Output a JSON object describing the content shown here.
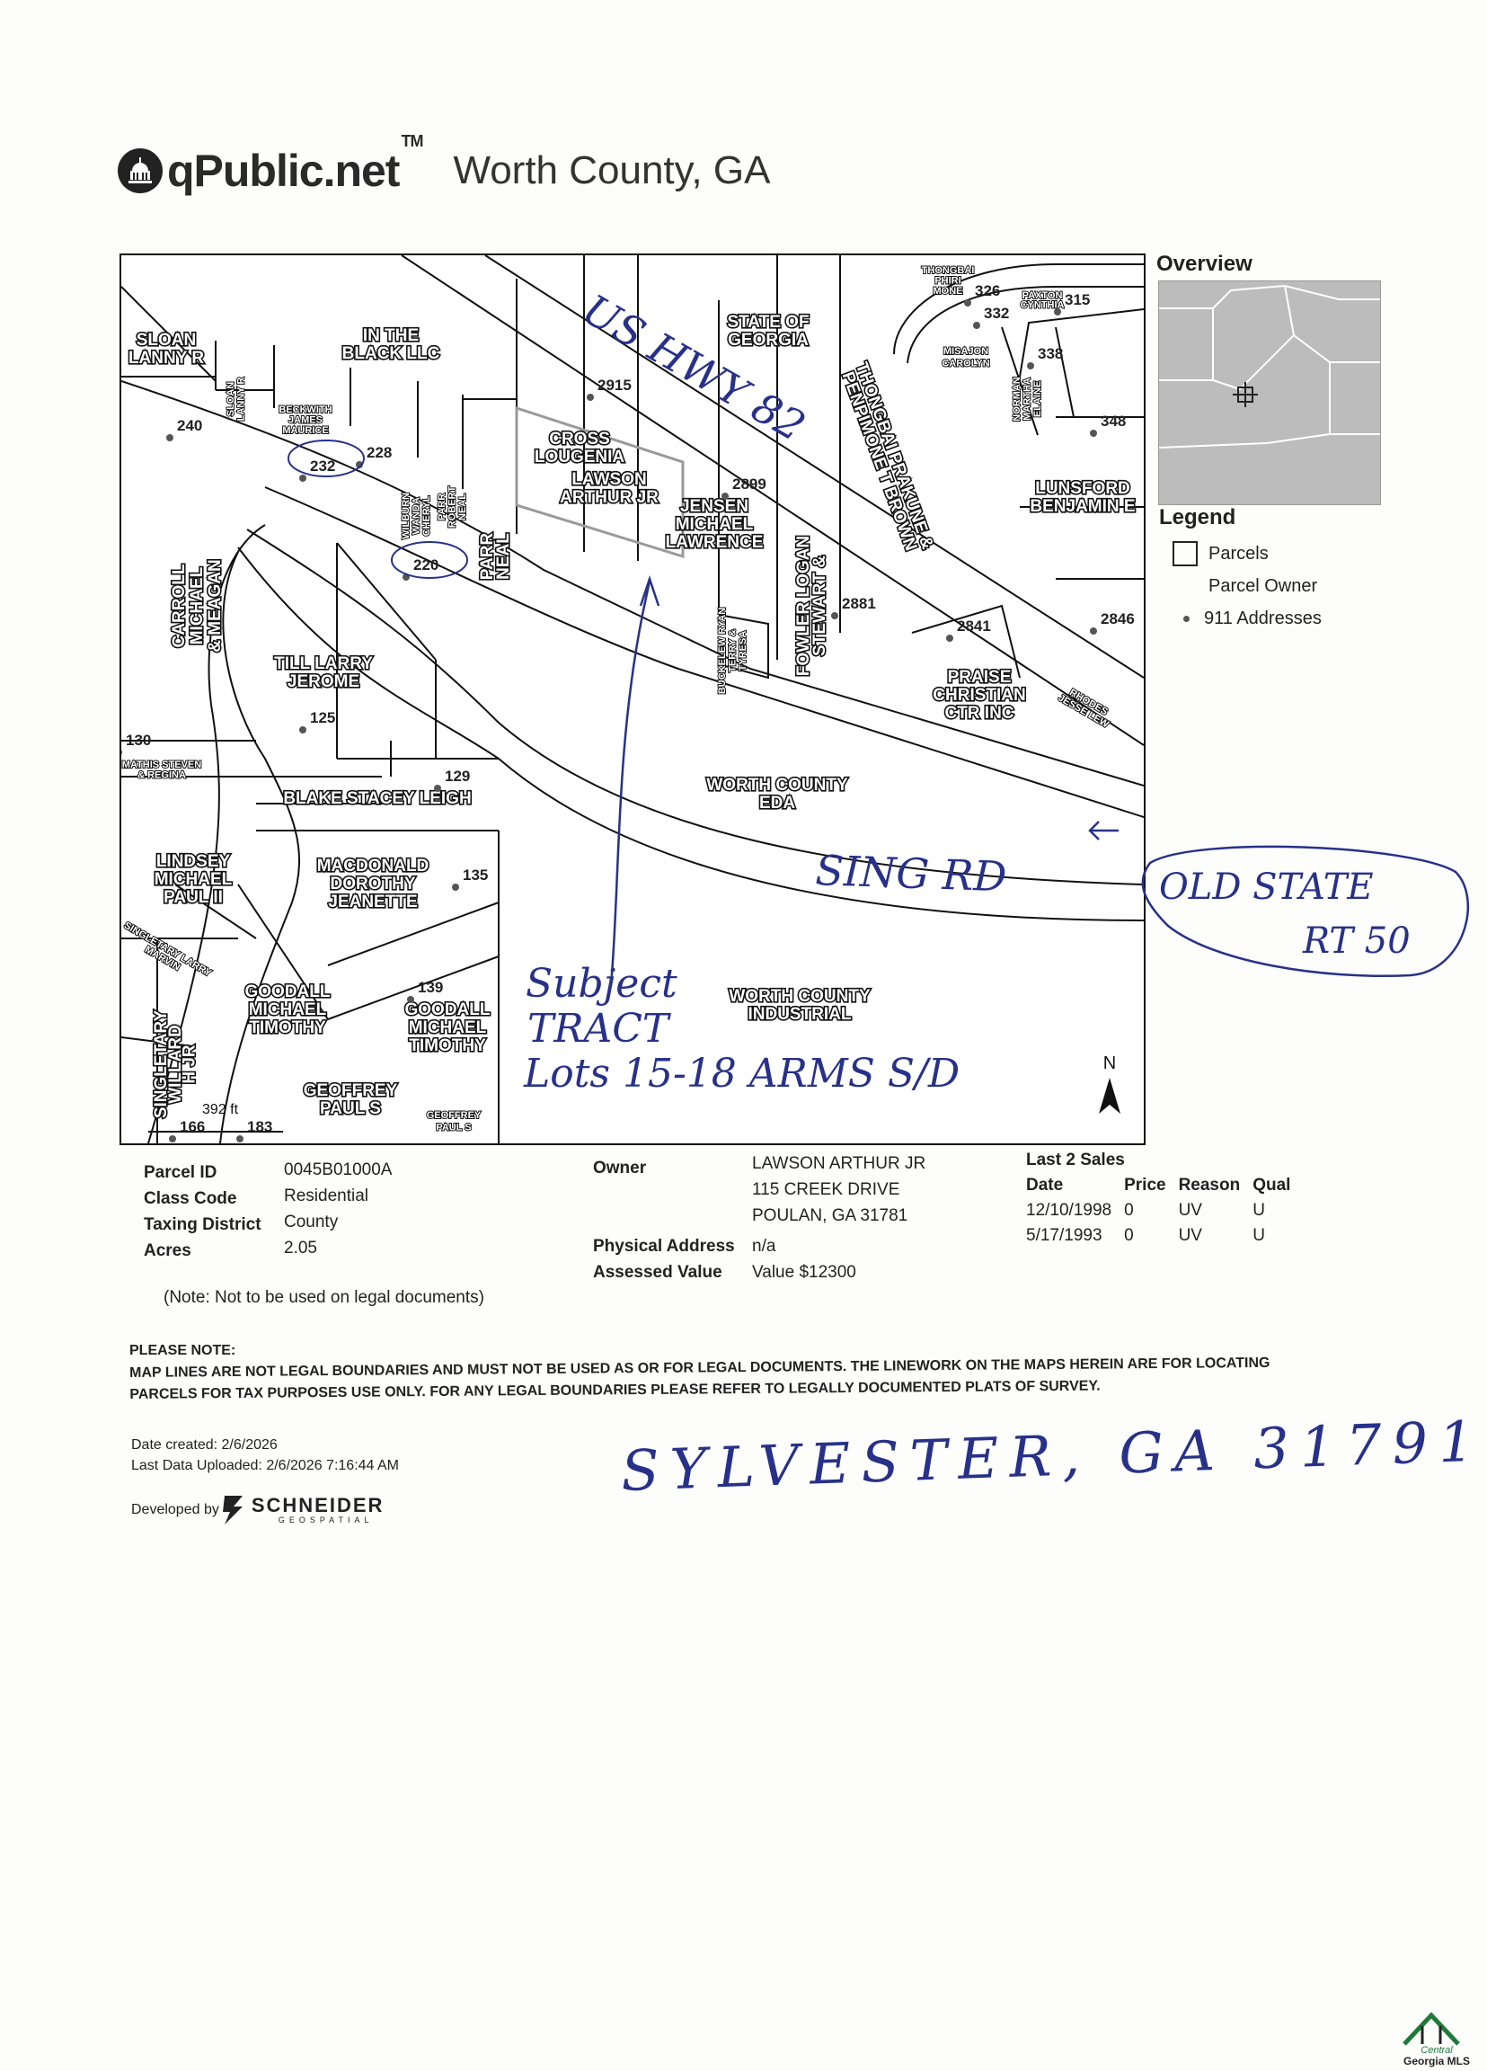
{
  "header": {
    "brand": "qPublic.net",
    "trademark": "TM",
    "county": "Worth County, GA"
  },
  "map": {
    "parcel_labels": [
      {
        "id": "sloan-lanny",
        "lines": [
          "SLOAN",
          "LANNY R"
        ]
      },
      {
        "id": "in-the-black",
        "lines": [
          "IN THE",
          "BLACK LLC"
        ]
      },
      {
        "id": "sloan-lanny-v",
        "lines": [
          "SLOAN",
          "LANNY R"
        ]
      },
      {
        "id": "beckwith",
        "lines": [
          "BECKWITH",
          "JAMES",
          "MAURICE"
        ]
      },
      {
        "id": "wilburn",
        "lines": [
          "WILBURN",
          "WANDA",
          "CHERYL"
        ]
      },
      {
        "id": "parr-robert",
        "lines": [
          "PARR",
          "ROBERT",
          "NEAL"
        ]
      },
      {
        "id": "parr-neal",
        "lines": [
          "PARR",
          "NEAL"
        ]
      },
      {
        "id": "state-of-georgia",
        "lines": [
          "STATE OF",
          "GEORGIA"
        ]
      },
      {
        "id": "cross-lougenia",
        "lines": [
          "CROSS",
          "LOUGENIA"
        ]
      },
      {
        "id": "thongbai-phiri",
        "lines": [
          "THONGBAI",
          "PHIRI",
          "MONE"
        ]
      },
      {
        "id": "thongbai-prakune",
        "lines": [
          "THONGBAI PRAKUNE &",
          "PENPIMONE T BROWN"
        ]
      },
      {
        "id": "misajon",
        "lines": [
          "MISAJON",
          "CAROLYN"
        ]
      },
      {
        "id": "norman",
        "lines": [
          "NORMAN",
          "MARTHA",
          "ELAINE"
        ]
      },
      {
        "id": "paxton",
        "lines": [
          "PAXTON",
          "CYNTHIA"
        ]
      },
      {
        "id": "jensen",
        "lines": [
          "JENSEN",
          "MICHAEL",
          "LAWRENCE"
        ]
      },
      {
        "id": "lawson",
        "lines": [
          "LAWSON",
          "ARTHUR JR"
        ]
      },
      {
        "id": "buckelew",
        "lines": [
          "BUCKELEW RYAN",
          "TERRY &",
          "TYRESA"
        ]
      },
      {
        "id": "fowler",
        "lines": [
          "FOWLER LOGAN",
          "STEWART &"
        ]
      },
      {
        "id": "lunsford",
        "lines": [
          "LUNSFORD",
          "BENJAMIN E"
        ]
      },
      {
        "id": "praise",
        "lines": [
          "PRAISE",
          "CHRISTIAN",
          "CTR INC"
        ]
      },
      {
        "id": "rhodes",
        "lines": [
          "RHODES",
          "JESSE LEW"
        ]
      },
      {
        "id": "carroll",
        "lines": [
          "CARROLL",
          "MICHAEL",
          "& MEAGAN"
        ]
      },
      {
        "id": "till-larry",
        "lines": [
          "TILL LARRY",
          "JEROME"
        ]
      },
      {
        "id": "mathis",
        "lines": [
          "MATHIS STEVEN",
          "& REGINA"
        ]
      },
      {
        "id": "blake",
        "lines": [
          "BLAKE STACEY LEIGH"
        ]
      },
      {
        "id": "worth-eda",
        "lines": [
          "WORTH COUNTY",
          "EDA"
        ]
      },
      {
        "id": "lindsey",
        "lines": [
          "LINDSEY",
          "MICHAEL",
          "PAUL II"
        ]
      },
      {
        "id": "macdonald",
        "lines": [
          "MACDONALD",
          "DOROTHY",
          "JEANETTE"
        ]
      },
      {
        "id": "singletary-larry",
        "lines": [
          "SINGLETARY LARRY",
          "MARVIN"
        ]
      },
      {
        "id": "goodall-1",
        "lines": [
          "GOODALL",
          "MICHAEL",
          "TIMOTHY"
        ]
      },
      {
        "id": "goodall-2",
        "lines": [
          "GOODALL",
          "MICHAEL",
          "TIMOTHY"
        ]
      },
      {
        "id": "worth-industrial",
        "lines": [
          "WORTH COUNTY",
          "INDUSTRIAL"
        ]
      },
      {
        "id": "singletary-willard",
        "lines": [
          "SINGLETARY",
          "WILLARD",
          "H JR"
        ]
      },
      {
        "id": "geoffrey-1",
        "lines": [
          "GEOFFREY",
          "PAUL S"
        ]
      },
      {
        "id": "geoffrey-2",
        "lines": [
          "GEOFFREY",
          "PAUL S"
        ]
      }
    ],
    "addresses": [
      "240",
      "232",
      "228",
      "220",
      "2915",
      "2899",
      "2881",
      "2841",
      "2846",
      "326",
      "332",
      "315",
      "338",
      "348",
      "130",
      "125",
      "129",
      "135",
      "139",
      "166",
      "183"
    ],
    "scale_label": "392 ft",
    "north_label": "N",
    "handwriting": {
      "us_hwy": "US HWY 82",
      "sing_rd": "SING RD",
      "old_state": "OLD STATE",
      "rt50": "RT 50",
      "subject1": "Subject",
      "subject2": "TRACT",
      "subject3": "Lots 15-18 ARMS S/D"
    }
  },
  "overview": {
    "title": "Overview"
  },
  "legend": {
    "title": "Legend",
    "parcels": "Parcels",
    "parcel_owner": "Parcel Owner",
    "addresses": "911 Addresses"
  },
  "info": {
    "parcel_id_label": "Parcel ID",
    "parcel_id": "0045B01000A",
    "class_code_label": "Class Code",
    "class_code": "Residential",
    "taxing_district_label": "Taxing District",
    "taxing_district": "County",
    "acres_label": "Acres",
    "acres": "2.05",
    "owner_label": "Owner",
    "owner_line1": "LAWSON ARTHUR JR",
    "owner_line2": "115 CREEK DRIVE",
    "owner_line3": "POULAN, GA 31781",
    "physical_address_label": "Physical Address",
    "physical_address": "n/a",
    "assessed_value_label": "Assessed Value",
    "assessed_value": "Value $12300",
    "legal_note": "(Note: Not to be used on legal documents)"
  },
  "sales": {
    "title": "Last 2 Sales",
    "headers": [
      "Date",
      "Price",
      "Reason",
      "Qual"
    ],
    "rows": [
      [
        "12/10/1998",
        "0",
        "UV",
        "U"
      ],
      [
        "5/17/1993",
        "0",
        "UV",
        "U"
      ]
    ]
  },
  "notice": {
    "title": "PLEASE NOTE:",
    "line1": "MAP LINES ARE NOT LEGAL BOUNDARIES AND MUST NOT BE USED AS OR FOR LEGAL DOCUMENTS. THE LINEWORK ON THE MAPS HEREIN ARE FOR LOCATING",
    "line2": "PARCELS FOR TAX PURPOSES USE ONLY. FOR ANY LEGAL BOUNDARIES PLEASE REFER TO LEGALLY DOCUMENTED PLATS OF SURVEY."
  },
  "footer": {
    "date_created": "Date created: 2/6/2026",
    "last_uploaded": "Last Data Uploaded: 2/6/2026 7:16:44 AM",
    "developed_by": "Developed by",
    "schneider": "SCHNEIDER",
    "geospatial": "GEOSPATIAL",
    "handwritten_city": "SYLVESTER, GA 31791",
    "mls_logo_text": "Georgia MLS",
    "mls_logo_sub": "Central"
  },
  "colors": {
    "ink": "#27318a",
    "map_line": "#111111",
    "highlight": "#9a9a9a"
  }
}
